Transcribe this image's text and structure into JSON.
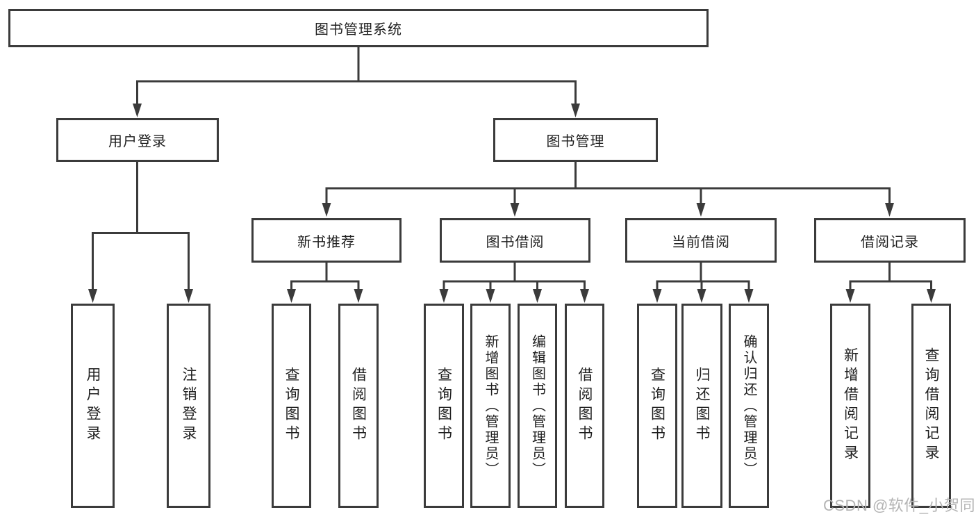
{
  "diagram": {
    "watermark": "CSDN @软件_小贺同学",
    "colors": {
      "line": "#3b3b3b",
      "text": "#1f1f1f",
      "watermark": "#b4b4b4",
      "background": "#ffffff"
    },
    "nodes": {
      "root": {
        "label": "图书管理系统"
      },
      "user_login": {
        "label": "用户登录"
      },
      "book_mgmt": {
        "label": "图书管理"
      },
      "new_rec": {
        "label": "新书推荐"
      },
      "book_borrow": {
        "label": "图书借阅"
      },
      "current_borrow": {
        "label": "当前借阅"
      },
      "borrow_record": {
        "label": "借阅记录"
      },
      "ul_login": {
        "label": "用户登录"
      },
      "ul_logout": {
        "label": "注销登录"
      },
      "nr_query": {
        "label": "查询图书"
      },
      "nr_borrow": {
        "label": "借阅图书"
      },
      "bb_query": {
        "label": "查询图书"
      },
      "bb_add": {
        "label": "新增图书（管理员）"
      },
      "bb_edit": {
        "label": "编辑图书（管理员）"
      },
      "bb_borrow": {
        "label": "借阅图书"
      },
      "cb_query": {
        "label": "查询图书"
      },
      "cb_return": {
        "label": "归还图书"
      },
      "cb_confirm": {
        "label": "确认归还（管理员）"
      },
      "br_add": {
        "label": "新增借阅记录"
      },
      "br_query": {
        "label": "查询借阅记录"
      }
    }
  }
}
